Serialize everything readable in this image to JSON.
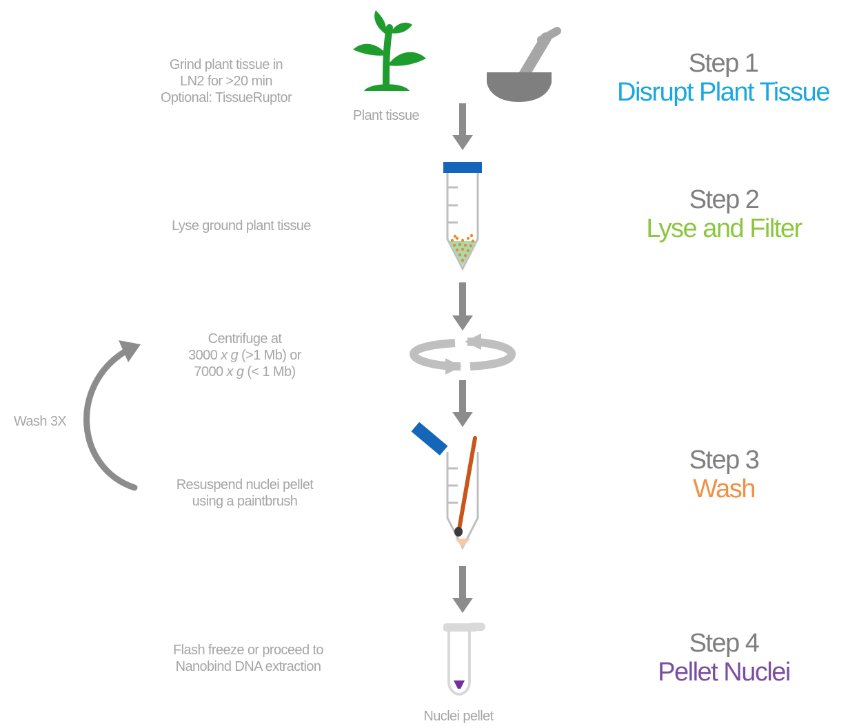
{
  "steps": [
    {
      "number": "Step 1",
      "title": "Disrupt Plant Tissue",
      "color": "#1aa7e0"
    },
    {
      "number": "Step 2",
      "title": "Lyse and Filter",
      "color": "#8cc63f"
    },
    {
      "number": "Step 3",
      "title": "Wash",
      "color": "#f19145"
    },
    {
      "number": "Step 4",
      "title": "Pellet Nuclei",
      "color": "#7b4fa0"
    }
  ],
  "instructions": {
    "grind": [
      "Grind plant tissue in",
      "LN2 for >20 min",
      "Optional: TissueRuptor"
    ],
    "lyse": "Lyse ground plant tissue",
    "centrifuge": {
      "line1": "Centrifuge at",
      "line2_num": "3000 ",
      "line2_unit": "x g",
      "line2_rest": " (>1 Mb) or",
      "line3_num": "7000 ",
      "line3_unit": "x g",
      "line3_rest": " (< 1 Mb)"
    },
    "resuspend": [
      "Resuspend nuclei pellet",
      "using a paintbrush"
    ],
    "flash": [
      "Flash freeze or proceed to",
      "Nanobind  DNA extraction"
    ]
  },
  "labels": {
    "plant_tissue": "Plant tissue",
    "nuclei_pellet": "Nuclei pellet",
    "wash_loop": "Wash 3X"
  },
  "icons": [
    "plant-icon",
    "mortar-pestle-icon",
    "conical-tube-icon",
    "centrifuge-rotation-icon",
    "paintbrush-tube-icon",
    "microcentrifuge-tube-icon",
    "loop-arrow-icon"
  ],
  "colors": {
    "arrow_gray": "#8c8c8c",
    "light_gray": "#bfbfbf",
    "plant_green": "#1f9c2e",
    "cap_blue": "#1565b8",
    "brush_orange": "#c8561a",
    "pellet_purple": "#7030a0"
  }
}
